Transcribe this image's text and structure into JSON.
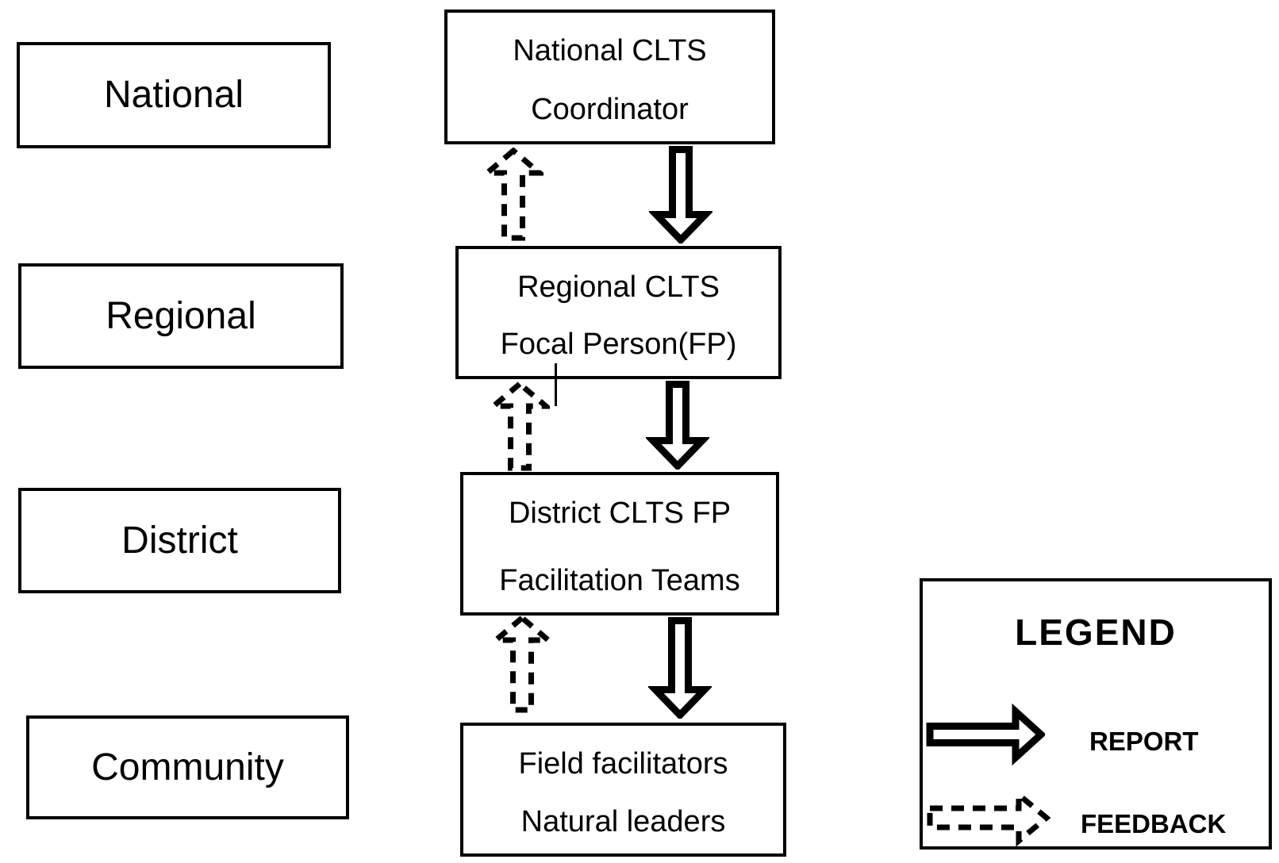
{
  "diagram": {
    "levels": [
      {
        "label": "National"
      },
      {
        "label": "Regional"
      },
      {
        "label": "District"
      },
      {
        "label": "Community"
      }
    ],
    "nodes": [
      {
        "line1": "National CLTS",
        "line2": "Coordinator"
      },
      {
        "line1": "Regional CLTS",
        "line2": "Focal Person(FP)"
      },
      {
        "line1": "District CLTS FP",
        "line2": "Facilitation Teams"
      },
      {
        "line1": "Field facilitators",
        "line2": "Natural leaders"
      }
    ],
    "legend": {
      "title": "LEGEND",
      "items": [
        {
          "label": "REPORT",
          "arrow_style": "solid-right-block-arrow"
        },
        {
          "label": "FEEDBACK",
          "arrow_style": "dashed-right-block-arrow"
        }
      ]
    },
    "colors": {
      "ink": "#000000",
      "paper": "#ffffff"
    }
  }
}
